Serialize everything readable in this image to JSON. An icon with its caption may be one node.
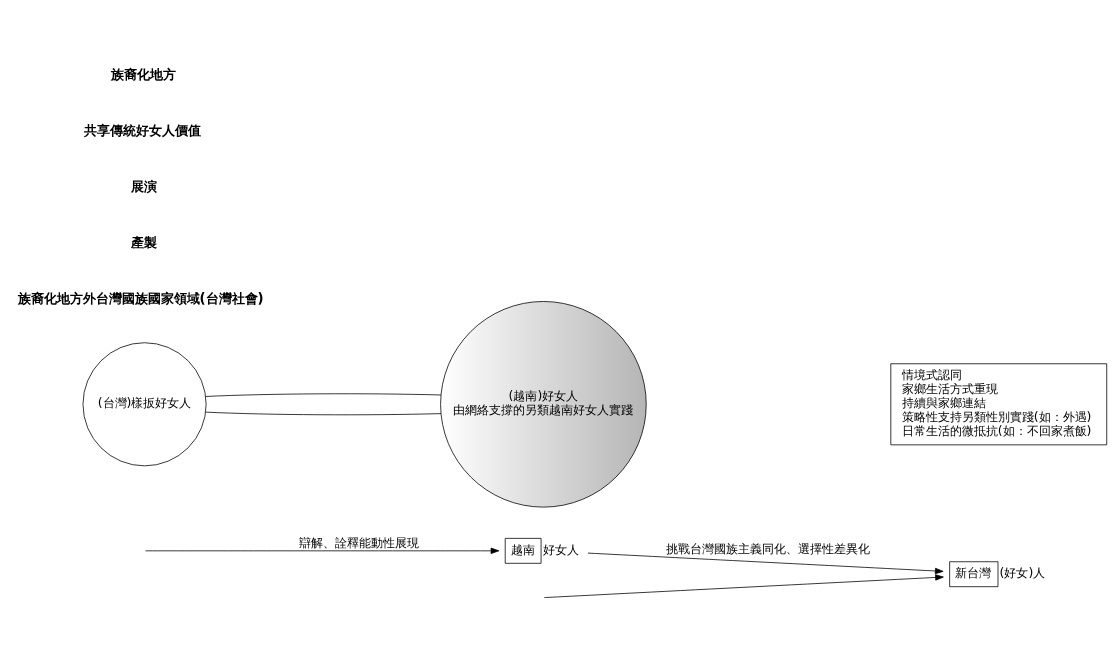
{
  "diagram": {
    "nodes": [
      {
        "text": [
          "新台灣"
        ],
        "beside": [
          "(好女)人"
        ]
      },
      {
        "text": [
          "(台灣)樣扳好女人"
        ]
      },
      {
        "text": [
          "(越南)好女人",
          "由網絡支撐的另類越南好女人實踐"
        ]
      },
      {
        "text": [
          "越南"
        ],
        "beside": [
          "好女人"
        ]
      },
      {
        "text": [
          "情境式認同",
          "家鄉生活方式重現",
          "持續與家鄉連結",
          "策略性支持另類性別實踐(如：外遇)",
          "日常生活的微抵抗(如：不回家煮飯)"
        ]
      }
    ],
    "edges": [
      {
        "from": null,
        "to": 0,
        "arrow": "to"
      },
      {
        "from": 1,
        "to": 2,
        "arrow": "none"
      },
      {
        "from": 1,
        "to": 2,
        "arrow": "none"
      },
      {
        "from": null,
        "to": 3,
        "arrow": "to",
        "label": "辯解、詮釋能動性展現"
      },
      {
        "from": 3,
        "to": 0,
        "arrow": "to",
        "label": "挑戰台灣國族主義同化、選擇性差異化"
      }
    ],
    "labels": [
      "族裔化地方外台灣國族國家領域(台灣社會)",
      "產製",
      "展演",
      "共享傳統好女人價值",
      "族裔化地方"
    ]
  }
}
